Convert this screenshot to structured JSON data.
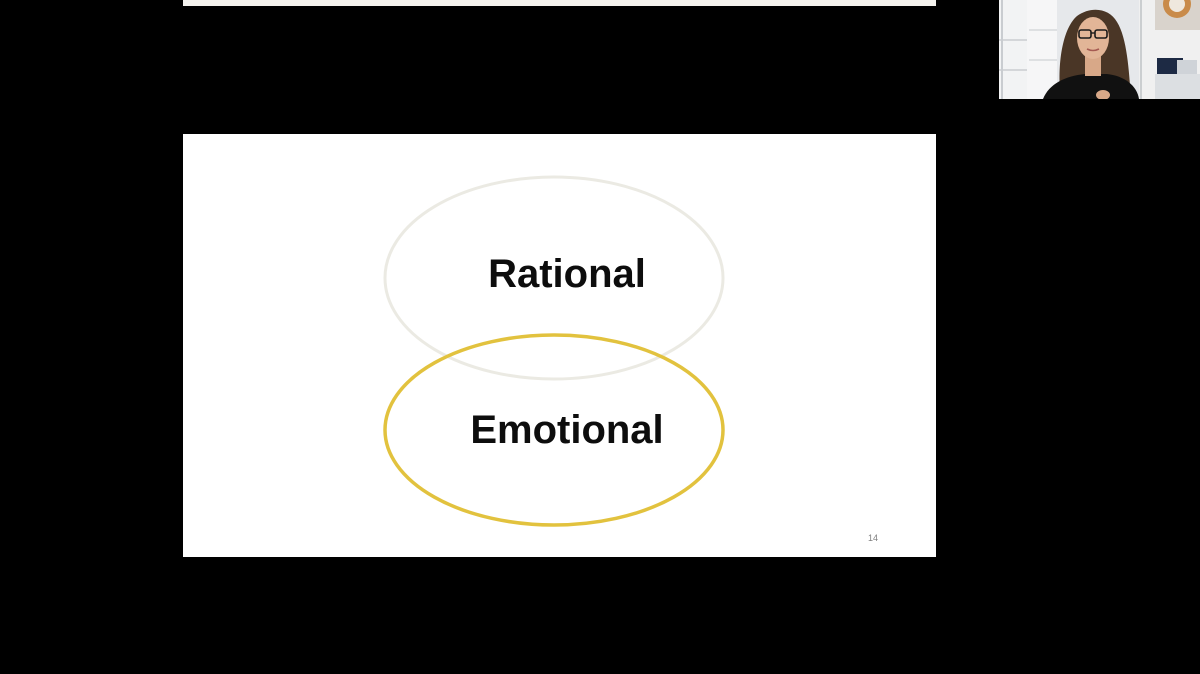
{
  "slide": {
    "top_label": "Rational",
    "bottom_label": "Emotional",
    "slide_number": "14"
  },
  "colors": {
    "background": "#000000",
    "slide_background": "#ffffff",
    "rational_outline": "#ebeae3",
    "emotional_outline": "#e2c23e",
    "label_text": "#0d0d0d",
    "slide_number_text": "#7f7f7f"
  },
  "icons": {
    "webcam": "presenter-video-thumbnail"
  }
}
